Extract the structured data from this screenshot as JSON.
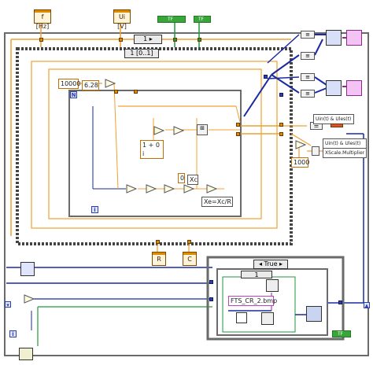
{
  "controls": {
    "freq_label": "f [Hz]",
    "voltage_label": "Ui [V]",
    "r_label": "R",
    "c_label": "C"
  },
  "bool_consts": {
    "tf1": "TF",
    "tf2": "TF",
    "tf3": "TF"
  },
  "loops": {
    "outer_selector": "1 [0..1]",
    "top_selector": "1",
    "case_selector": "True",
    "inner_case": "1",
    "iteration_glyph": "i",
    "count_glyph": "N"
  },
  "constants": {
    "count": "10000",
    "two_pi": "6.28",
    "complex": "1 + 0 i",
    "zero": "0",
    "xc": "Xc",
    "formula": "Xe=Xc/R",
    "thousand": "1000",
    "filename": "FTS_CR_2.bmp"
  },
  "indicators": {
    "legend": "Uin(t) & Ules(t)",
    "legend2": "Uin(t) & Ules(t)",
    "multiplier": "XScale.Multiplier"
  },
  "colors": {
    "wire_orange": "#f0a030",
    "wire_blue": "#1a2aa0",
    "wire_green": "#1e9a3c",
    "frame_gray": "#6a6a6a"
  }
}
